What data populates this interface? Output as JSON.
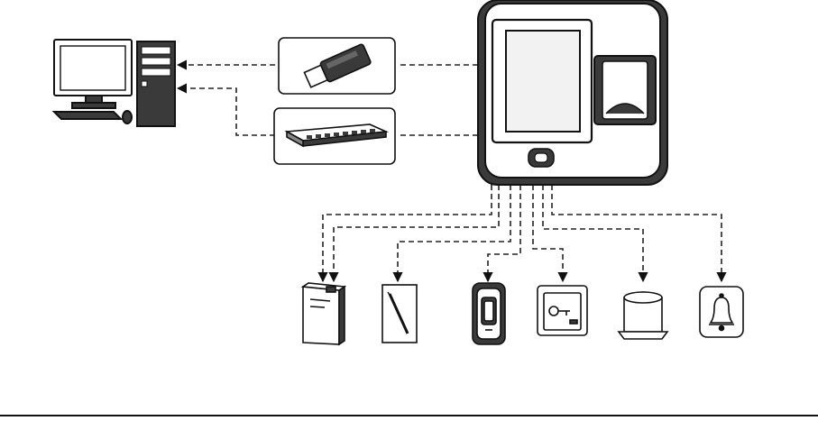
{
  "diagram": {
    "components": [
      {
        "id": "computer",
        "icon": "desktop-computer-icon"
      },
      {
        "id": "usb-drive",
        "icon": "usb-flash-drive-icon"
      },
      {
        "id": "network-switch",
        "icon": "network-switch-icon"
      },
      {
        "id": "terminal",
        "icon": "fingerprint-access-terminal-icon"
      },
      {
        "id": "door-lock",
        "icon": "door-lock-icon"
      },
      {
        "id": "door-sensor",
        "icon": "door-sensor-icon"
      },
      {
        "id": "exit-reader",
        "icon": "fingerprint-reader-icon"
      },
      {
        "id": "exit-button",
        "icon": "exit-button-icon"
      },
      {
        "id": "alarm-siren",
        "icon": "alarm-siren-icon"
      },
      {
        "id": "doorbell",
        "icon": "doorbell-icon"
      }
    ],
    "colors": {
      "stroke": "#111111",
      "fill_dark": "#3a3a3a",
      "fill_light": "#ffffff",
      "screen": "#f2f2f2"
    }
  }
}
